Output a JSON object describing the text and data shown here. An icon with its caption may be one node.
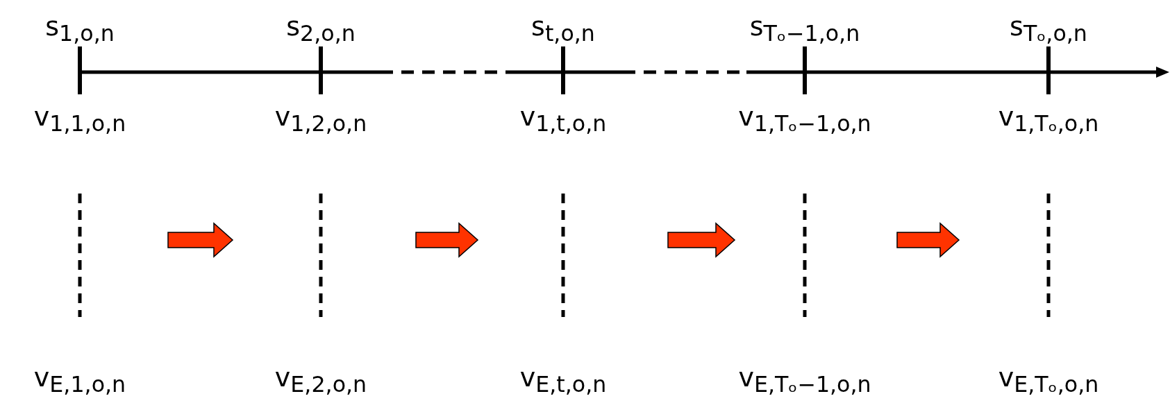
{
  "diagram": {
    "labels": [
      "s$_{1,o,n}$",
      "s$_{2,o,n}$",
      "s$_{t,o,n}$",
      "s$_{Tₒ−1,o,n}$",
      "s$_{Tₒ,o,n}$",
      "v$_{1,1,o,n}$",
      "v$_{1,2,o,n}$",
      "v$_{1,t,o,n}$",
      "v$_{1,Tₒ−1,o,n}$",
      "v$_{1,Tₒ,o,n}$",
      "v$_{E,1,o,n}$",
      "v$_{E,2,o,n}$",
      "v$_{E,t,o,n}$",
      "v$_{E,Tₒ−1,o,n}$",
      "v$_{E,Tₒ,o,n}$"
    ]
  }
}
